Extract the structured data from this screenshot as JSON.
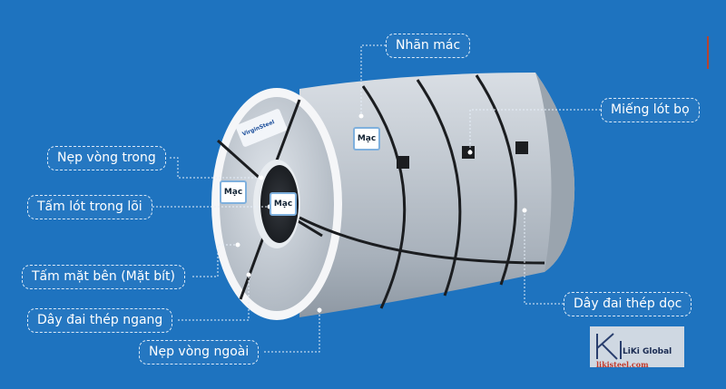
{
  "background_color": "#1e73bf",
  "callouts": {
    "nhan_mac": "Nhãn mác",
    "mieng_lot_bo": "Miếng lót bọ",
    "nep_vong_trong": "Nẹp vòng trong",
    "tam_lot_trong_loi": "Tấm lót trong lõi",
    "tam_mat_ben": "Tấm mặt bên (Mặt bít)",
    "day_dai_thep_ngang": "Dây đai thép ngang",
    "nep_vong_ngoai": "Nẹp vòng ngoài",
    "day_dai_thep_doc": "Dây đai thép dọc"
  },
  "coil_tags": {
    "side": "Mạc",
    "core": "Mạc",
    "body": "Mạc"
  },
  "brand_watermark": "VirginSteel",
  "logo": {
    "name": "LiKi Global",
    "url": "likisteel.com"
  }
}
